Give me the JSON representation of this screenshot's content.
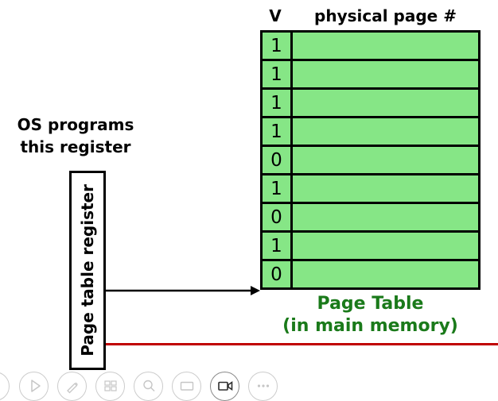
{
  "slide": {
    "header": {
      "v_label": "V",
      "physical_label": "physical page #"
    },
    "page_table": {
      "rows": [
        {
          "v": "1"
        },
        {
          "v": "1"
        },
        {
          "v": "1"
        },
        {
          "v": "1"
        },
        {
          "v": "0"
        },
        {
          "v": "1"
        },
        {
          "v": "0"
        },
        {
          "v": "1"
        },
        {
          "v": "0"
        }
      ]
    },
    "os_note": {
      "line1": "OS programs",
      "line2": "this register"
    },
    "register": {
      "label": "Page table register"
    },
    "caption": {
      "line1": "Page Table",
      "line2": "(in main memory)"
    },
    "colors": {
      "cell_green": "#86E686",
      "caption_green": "#1A7A1A",
      "divider_red": "#C00000",
      "border_black": "#000000"
    }
  },
  "toolbar": {
    "icons": [
      {
        "name": "previous"
      },
      {
        "name": "play"
      },
      {
        "name": "pen"
      },
      {
        "name": "all-slides"
      },
      {
        "name": "zoom"
      },
      {
        "name": "subtitle"
      },
      {
        "name": "camera"
      },
      {
        "name": "more-options"
      }
    ]
  }
}
